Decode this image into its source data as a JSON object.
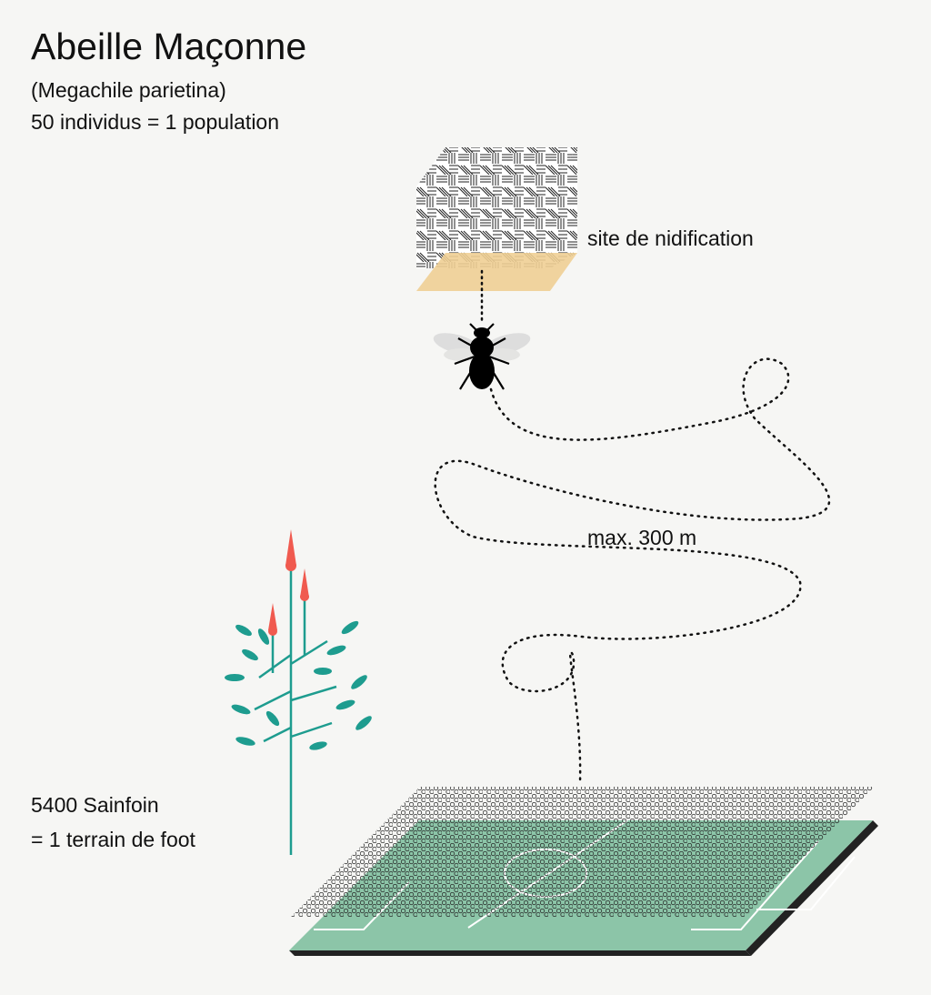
{
  "header": {
    "title": "Abeille Maçonne",
    "latin_name": "(Megachile parietina)",
    "population": "50 individus = 1 population"
  },
  "labels": {
    "nest": "site de nidification",
    "distance": "max. 300 m",
    "plant_count": "5400 Sainfoin",
    "plant_area": "= 1 terrain de foot"
  },
  "colors": {
    "background": "#f6f6f4",
    "sand": "#f0cf95",
    "field": "#8cc5a8",
    "leaf": "#1e9c8f",
    "flower": "#f05a4f"
  }
}
